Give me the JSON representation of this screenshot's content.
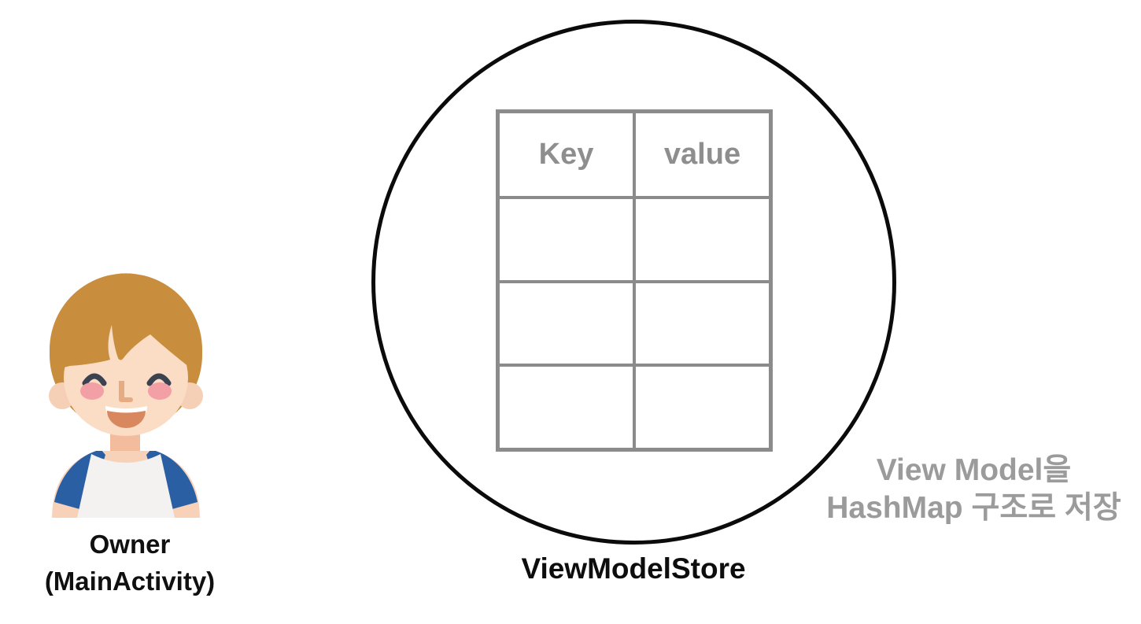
{
  "diagram": {
    "owner": {
      "icon": "boy-avatar-icon",
      "label_line1": "Owner",
      "label_line2": "(MainActivity)"
    },
    "store": {
      "label": "ViewModelStore",
      "table": {
        "headers": [
          "Key",
          "value"
        ],
        "rows": [
          [
            "",
            ""
          ],
          [
            "",
            ""
          ],
          [
            "",
            ""
          ]
        ]
      }
    },
    "annotation": {
      "line1": "View Model을",
      "line2": "HashMap 구조로 저장"
    },
    "colors": {
      "background": "#ffffff",
      "circle_stroke": "#0b0b0b",
      "table_border": "#8b8b8b",
      "table_header_text": "#8e8e8e",
      "annotation_text": "#9b9b9b",
      "label_text": "#101010",
      "avatar_hair": "#c98e3d",
      "avatar_skin": "#fbdcc5",
      "avatar_ear_skin": "#f6d0b6",
      "avatar_neck_skin": "#f3bd9d",
      "avatar_cheek": "#f2a0a6",
      "avatar_eye": "#3a434f",
      "avatar_nose": "#e7ab83",
      "avatar_mouth": "#d8875f",
      "avatar_teeth": "#ffffff",
      "avatar_shirt": "#f3f2f0",
      "avatar_sleeve_blue": "#2a5fa4",
      "avatar_arm_skin": "#f8d2b8"
    }
  }
}
